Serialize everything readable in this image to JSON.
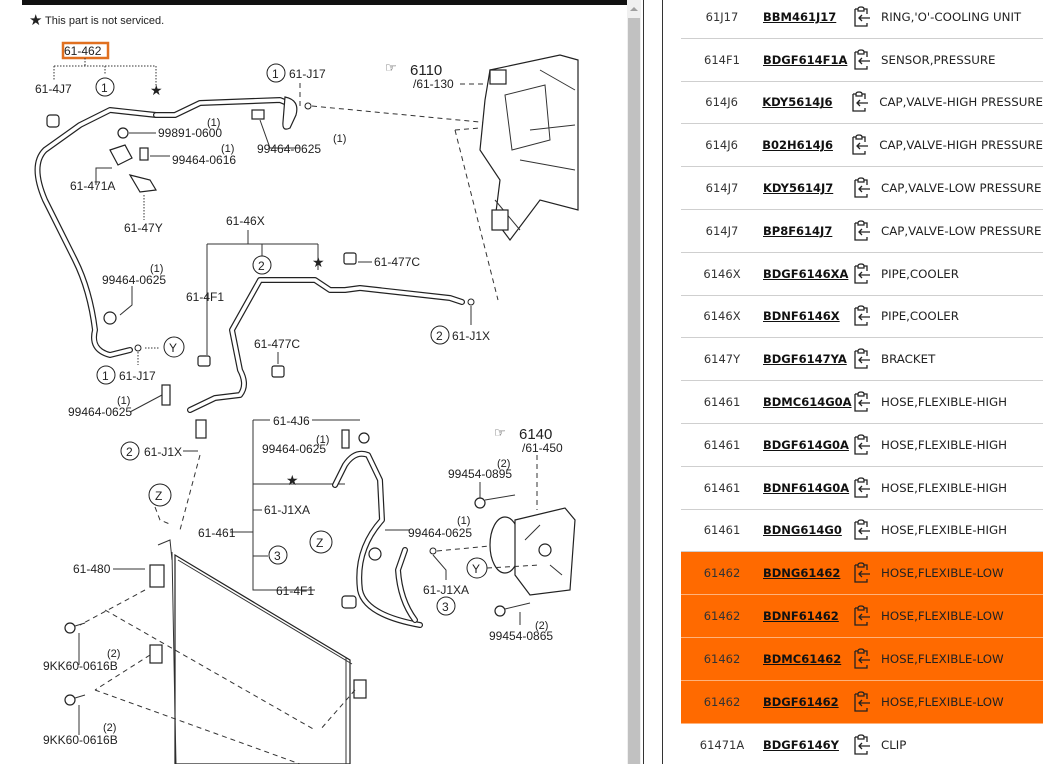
{
  "diagram": {
    "note": "This part is not serviced.",
    "selected_ref": "61-462",
    "labels": {
      "l_4j7": "61-4J7",
      "l_471a": "61-471A",
      "l_47y": "61-47Y",
      "l_j17a": "61-J17",
      "l_j17b": "61-J17",
      "l_99891": "99891-0600",
      "l_99464_0616": "99464-0616",
      "l_99464_a": "99464-0625",
      "l_99464_b": "99464-0625",
      "l_99464_c": "99464-0625",
      "l_99464_d": "99464-0625",
      "l_99464_e": "99464-0625",
      "l_6110": "6110",
      "l_61130": "/61-130",
      "l_46x": "61-46X",
      "l_4f1a": "61-4F1",
      "l_4f1b": "61-4F1",
      "l_477c_a": "61-477C",
      "l_477c_b": "61-477C",
      "l_j1x_a": "61-J1X",
      "l_j1x_b": "61-J1X",
      "l_4j6": "61-4J6",
      "l_j1xa_a": "61-J1XA",
      "l_j1xa_b": "61-J1XA",
      "l_461": "61-461",
      "l_480": "61-480",
      "l_6140": "6140",
      "l_61450": "/61-450",
      "l_99454_0895": "99454-0895",
      "l_99454_0865": "99454-0865",
      "l_9kk_a": "9KK60-0616B",
      "l_9kk_b": "9KK60-0616B"
    },
    "qty": {
      "one": "(1)",
      "two": "(2)"
    },
    "markers": {
      "c1": "1",
      "c2": "2",
      "c3": "3",
      "y": "Y",
      "z": "Z"
    }
  },
  "parts": [
    {
      "ref": "61J17",
      "part_no": "BBM461J17",
      "desc": "RING,'O'-COOLING UNIT",
      "highlight": false
    },
    {
      "ref": "614F1",
      "part_no": "BDGF614F1A",
      "desc": "SENSOR,PRESSURE",
      "highlight": false
    },
    {
      "ref": "614J6",
      "part_no": "KDY5614J6",
      "desc": "CAP,VALVE-HIGH PRESSURE",
      "highlight": false
    },
    {
      "ref": "614J6",
      "part_no": "B02H614J6",
      "desc": "CAP,VALVE-HIGH PRESSURE",
      "highlight": false
    },
    {
      "ref": "614J7",
      "part_no": "KDY5614J7",
      "desc": "CAP,VALVE-LOW PRESSURE",
      "highlight": false
    },
    {
      "ref": "614J7",
      "part_no": "BP8F614J7",
      "desc": "CAP,VALVE-LOW PRESSURE",
      "highlight": false
    },
    {
      "ref": "6146X",
      "part_no": "BDGF6146XA",
      "desc": "PIPE,COOLER",
      "highlight": false
    },
    {
      "ref": "6146X",
      "part_no": "BDNF6146X",
      "desc": "PIPE,COOLER",
      "highlight": false
    },
    {
      "ref": "6147Y",
      "part_no": "BDGF6147YA",
      "desc": "BRACKET",
      "highlight": false
    },
    {
      "ref": "61461",
      "part_no": "BDMC614G0A",
      "desc": "HOSE,FLEXIBLE-HIGH",
      "highlight": false
    },
    {
      "ref": "61461",
      "part_no": "BDGF614G0A",
      "desc": "HOSE,FLEXIBLE-HIGH",
      "highlight": false
    },
    {
      "ref": "61461",
      "part_no": "BDNF614G0A",
      "desc": "HOSE,FLEXIBLE-HIGH",
      "highlight": false
    },
    {
      "ref": "61461",
      "part_no": "BDNG614G0",
      "desc": "HOSE,FLEXIBLE-HIGH",
      "highlight": false
    },
    {
      "ref": "61462",
      "part_no": "BDNG61462",
      "desc": "HOSE,FLEXIBLE-LOW",
      "highlight": true
    },
    {
      "ref": "61462",
      "part_no": "BDNF61462",
      "desc": "HOSE,FLEXIBLE-LOW",
      "highlight": true
    },
    {
      "ref": "61462",
      "part_no": "BDMC61462",
      "desc": "HOSE,FLEXIBLE-LOW",
      "highlight": true
    },
    {
      "ref": "61462",
      "part_no": "BDGF61462",
      "desc": "HOSE,FLEXIBLE-LOW",
      "highlight": true
    },
    {
      "ref": "61471A",
      "part_no": "BDGF6146Y",
      "desc": "CLIP",
      "highlight": false
    }
  ],
  "icons": {
    "row_action": "clipboard-arrow-icon",
    "star": "star-icon",
    "pointer": "pointing-hand-icon"
  },
  "colors": {
    "highlight": "#ff6a00",
    "callout_border": "#e07020",
    "scroll_thumb": "#c1c1c1"
  }
}
